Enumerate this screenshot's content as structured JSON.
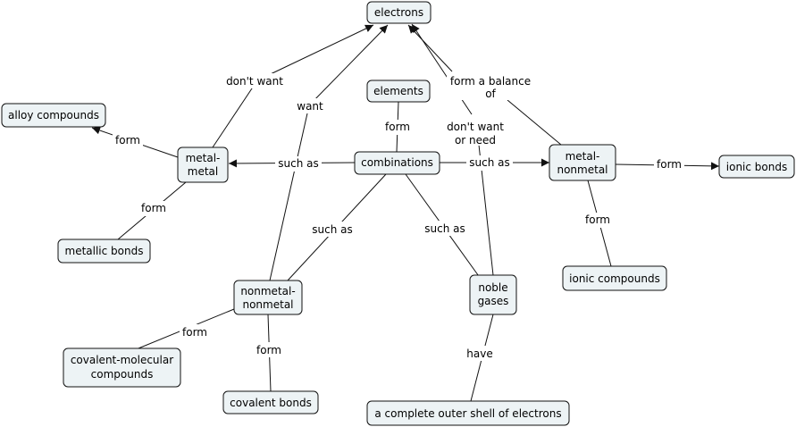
{
  "nodes": {
    "electrons": "electrons",
    "elements": "elements",
    "combinations": "combinations",
    "metal_metal": [
      "metal-",
      "metal"
    ],
    "metal_nonmetal": [
      "metal-",
      "nonmetal"
    ],
    "alloy_compounds": "alloy compounds",
    "ionic_bonds": "ionic bonds",
    "metallic_bonds": "metallic bonds",
    "ionic_compounds": "ionic compounds",
    "nonmetal_nonmetal": [
      "nonmetal-",
      "nonmetal"
    ],
    "noble_gases": [
      "noble",
      "gases"
    ],
    "covalent_molecular_compounds": [
      "covalent-molecular",
      "compounds"
    ],
    "covalent_bonds": "covalent bonds",
    "complete_outer_shell": "a complete outer shell of electrons"
  },
  "links": {
    "dont_want": "don't want",
    "want": "want",
    "form_a_balance_of": [
      "form a balance",
      "of"
    ],
    "dont_want_or_need": [
      "don't want",
      "or need"
    ],
    "elements_form": "form",
    "metal_metal_such_as": "such as",
    "metal_nonmetal_such_as": "such as",
    "alloy_form": "form",
    "ionic_bonds_form": "form",
    "metallic_form": "form",
    "ionic_compounds_form": "form",
    "nonmetal_such_as": "such as",
    "noble_such_as": "such as",
    "covalent_molecular_form": "form",
    "covalent_bonds_form": "form",
    "have": "have"
  }
}
